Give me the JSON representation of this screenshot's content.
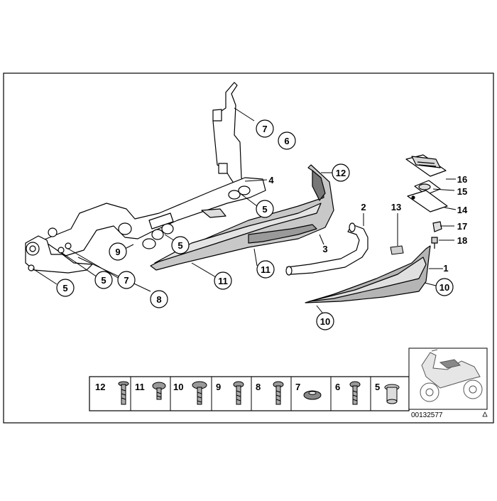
{
  "diagram": {
    "reference_code": "00132577",
    "warning_icon": "warning-triangle-icon",
    "callouts": {
      "c7a": "7",
      "c6a": "6",
      "c4": "4",
      "c12a": "12",
      "c5a": "5",
      "c5b": "5",
      "c9": "9",
      "c5c": "5",
      "c5d": "5",
      "c7b": "7",
      "c8": "8",
      "c11a": "11",
      "c11b": "11",
      "c3": "3",
      "c2": "2",
      "c13": "13",
      "c16": "16",
      "c15": "15",
      "c14": "14",
      "c17": "17",
      "c18": "18",
      "c1": "1",
      "c10a": "10",
      "c10b": "10"
    },
    "hardware_strip": [
      "12",
      "11",
      "10",
      "9",
      "8",
      "7",
      "6",
      "5"
    ]
  }
}
